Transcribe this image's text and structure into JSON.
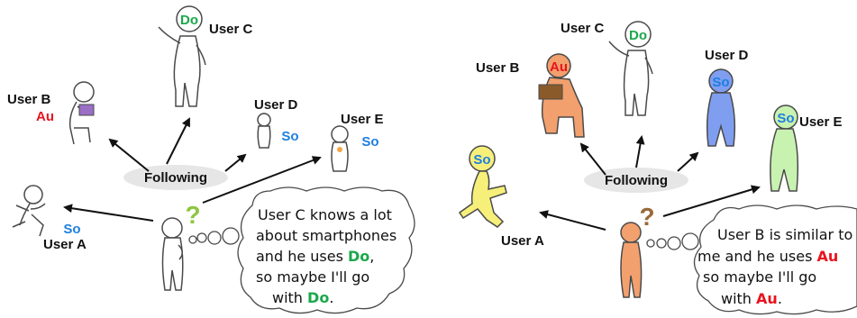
{
  "colors": {
    "do": "#1aa84a",
    "au": "#e8141e",
    "so": "#1e7fe0",
    "outline": "#4a4a4a",
    "orange_user": "#f2a06e",
    "yellow_user": "#f6f07a",
    "blue_user": "#7f9ef0",
    "green_user": "#c8f2b0",
    "question_green": "#8cc63f",
    "question_brown": "#9a6a3a",
    "book_purple": "#9b6fc6",
    "book_brown": "#8b5a2b"
  },
  "left_panel": {
    "following_label": "Following",
    "question_mark": "?",
    "users": {
      "a": {
        "name": "User A",
        "choice": "So"
      },
      "b": {
        "name": "User B",
        "choice": "Au"
      },
      "c": {
        "name": "User C",
        "choice": "Do"
      },
      "d": {
        "name": "User D",
        "choice": "So"
      },
      "e": {
        "name": "User E",
        "choice": "So"
      }
    },
    "thought": {
      "line1": "User C knows a lot",
      "line2": "about smartphones",
      "line3_prefix": "and he uses ",
      "line3_brand": "Do",
      "line3_suffix": ",",
      "line4": "so maybe I'll go",
      "line5_prefix": "with ",
      "line5_brand": "Do",
      "line5_suffix": "."
    }
  },
  "right_panel": {
    "following_label": "Following",
    "question_mark": "?",
    "users": {
      "a": {
        "name": "User A",
        "choice": "So"
      },
      "b": {
        "name": "User B",
        "choice": "Au"
      },
      "c": {
        "name": "User C",
        "choice": "Do"
      },
      "d": {
        "name": "User D",
        "choice": "So"
      },
      "e": {
        "name": "User E",
        "choice": "So"
      }
    },
    "thought": {
      "line1": "User B is similar to",
      "line2_prefix": "me and he uses ",
      "line2_brand": "Au",
      "line3": "so maybe I'll go",
      "line4_prefix": "with ",
      "line4_brand": "Au",
      "line4_suffix": "."
    }
  }
}
